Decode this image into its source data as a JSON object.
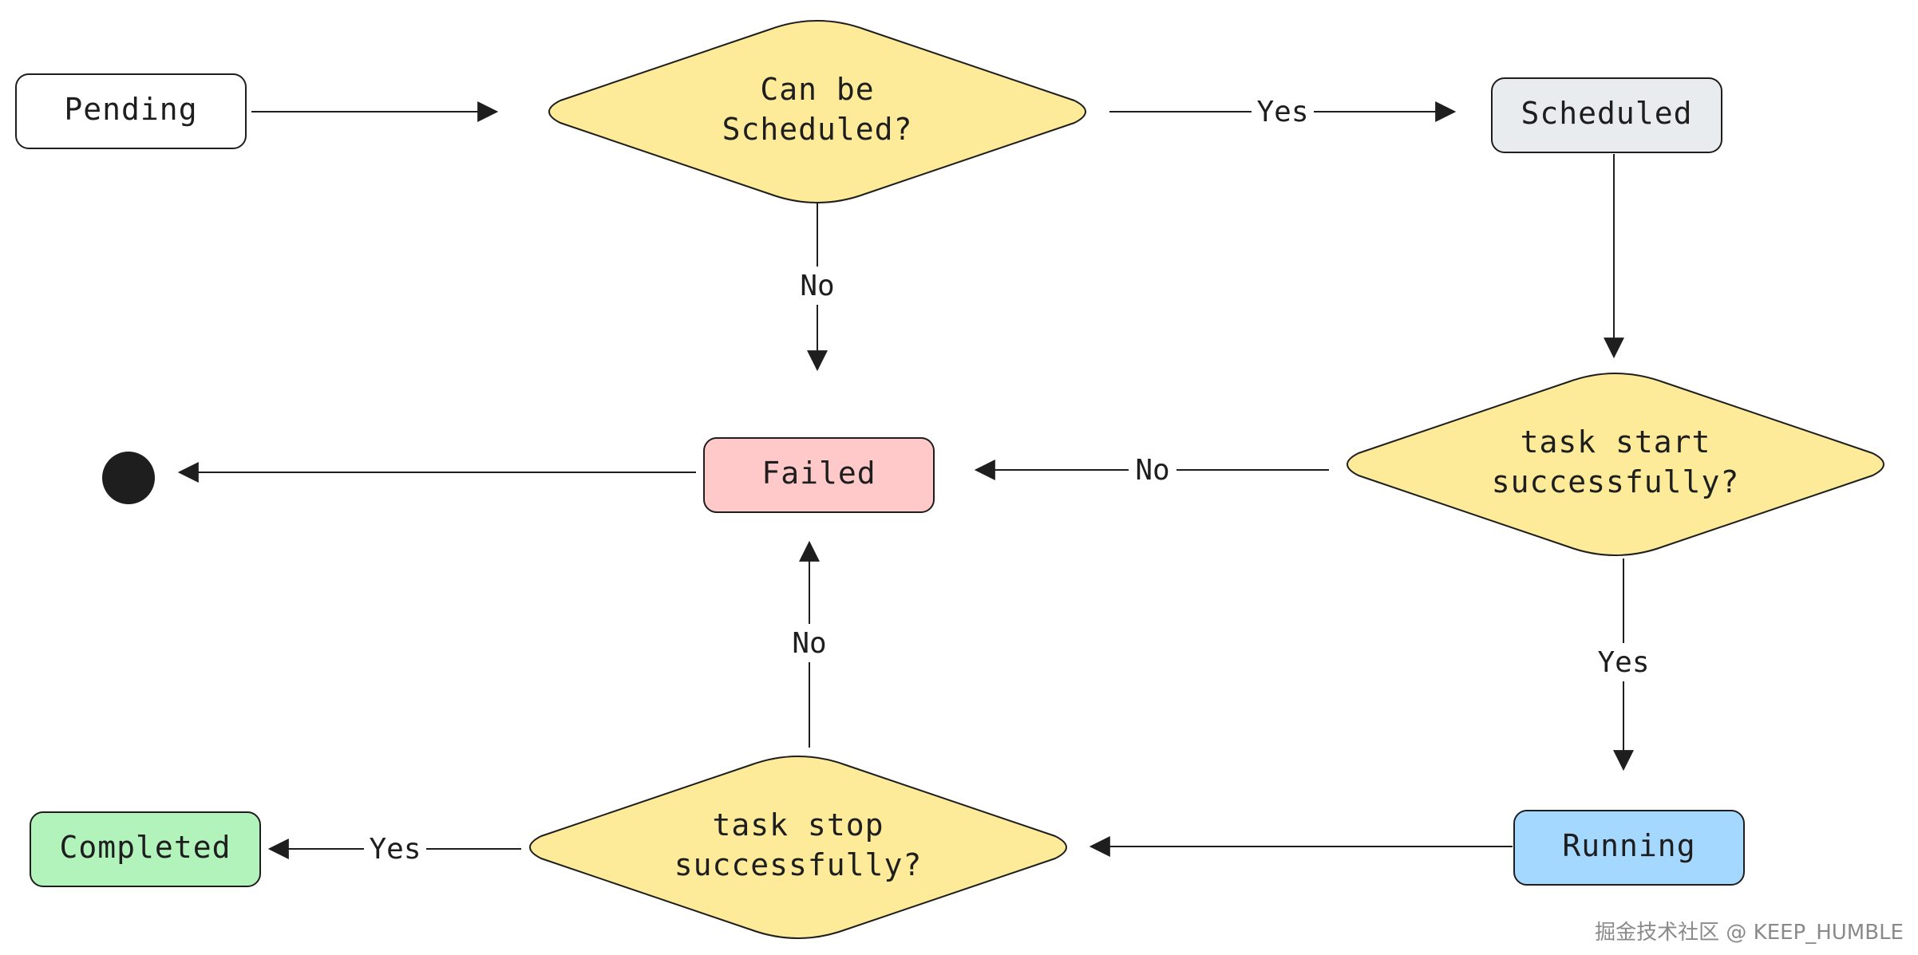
{
  "nodes": {
    "pending": "Pending",
    "can_be_scheduled": [
      "Can be",
      "Scheduled?"
    ],
    "scheduled": "Scheduled",
    "failed": "Failed",
    "task_start": [
      "task start",
      "successfully?"
    ],
    "running": "Running",
    "task_stop": [
      "task stop",
      "successfully?"
    ],
    "completed": "Completed"
  },
  "edge_labels": {
    "schedule_yes": "Yes",
    "schedule_no": "No",
    "start_no": "No",
    "start_yes": "Yes",
    "stop_no": "No",
    "stop_yes": "Yes"
  },
  "colors": {
    "pending": "#ffffff",
    "scheduled": "#e9ecef",
    "failed": "#ffc9c9",
    "running": "#a5d8ff",
    "completed": "#b2f2bb",
    "decision": "#fdeb9a",
    "end": "#1e1e1e"
  },
  "watermark": "掘金技术社区 @ KEEP_HUMBLE"
}
